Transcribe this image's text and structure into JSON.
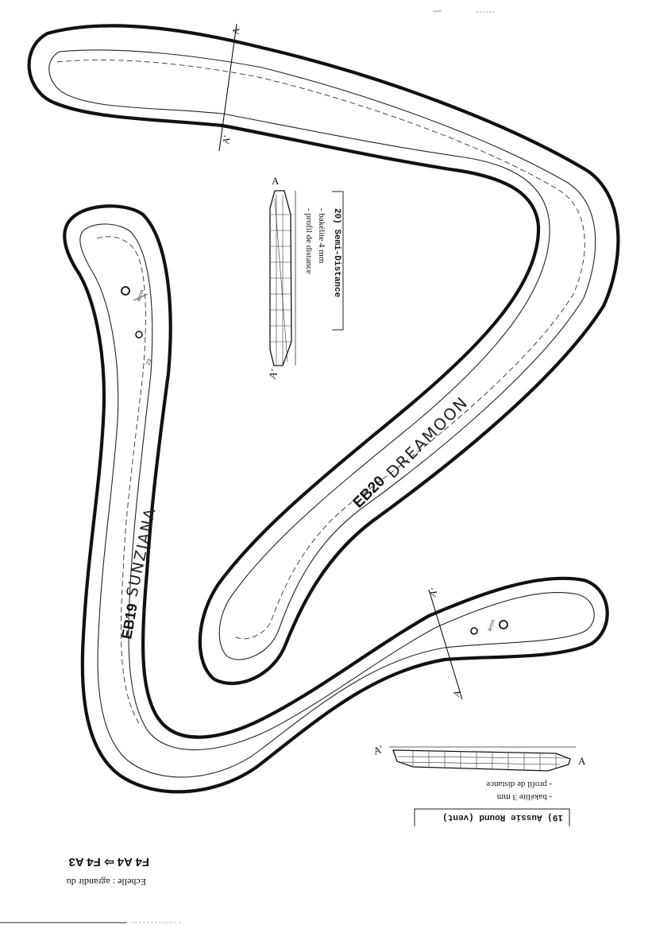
{
  "boomerangs": {
    "eb20": {
      "code": "EB20",
      "name": "DREAMOON"
    },
    "eb19": {
      "code": "EB19",
      "name": "SUNZJANA"
    }
  },
  "section_marks": {
    "top_a": "A",
    "top_a_prime": "A'",
    "profile20_a": "A",
    "profile20_a_prime": "A'",
    "right_a": "A",
    "right_a_prime": "A'",
    "profile19_a": "A",
    "profile19_a_prime": "A'"
  },
  "profile_20": {
    "title": "20) Semi-Distance",
    "line1": "- bakélite 4 mm",
    "line2": "- profil de distance"
  },
  "profile_19": {
    "title": "19) Aussie Round (vent)",
    "line1": "- bakélite 3 mm",
    "line2": "- profil de distance"
  },
  "scale": {
    "ratio": "F4 A4 ⇨ F4 A3",
    "note": "Echelle : agrandir du"
  },
  "annotations": {
    "hole_dim_1": "4mm",
    "hole_dim_2": "23",
    "hole_dim_3": "4mm"
  }
}
